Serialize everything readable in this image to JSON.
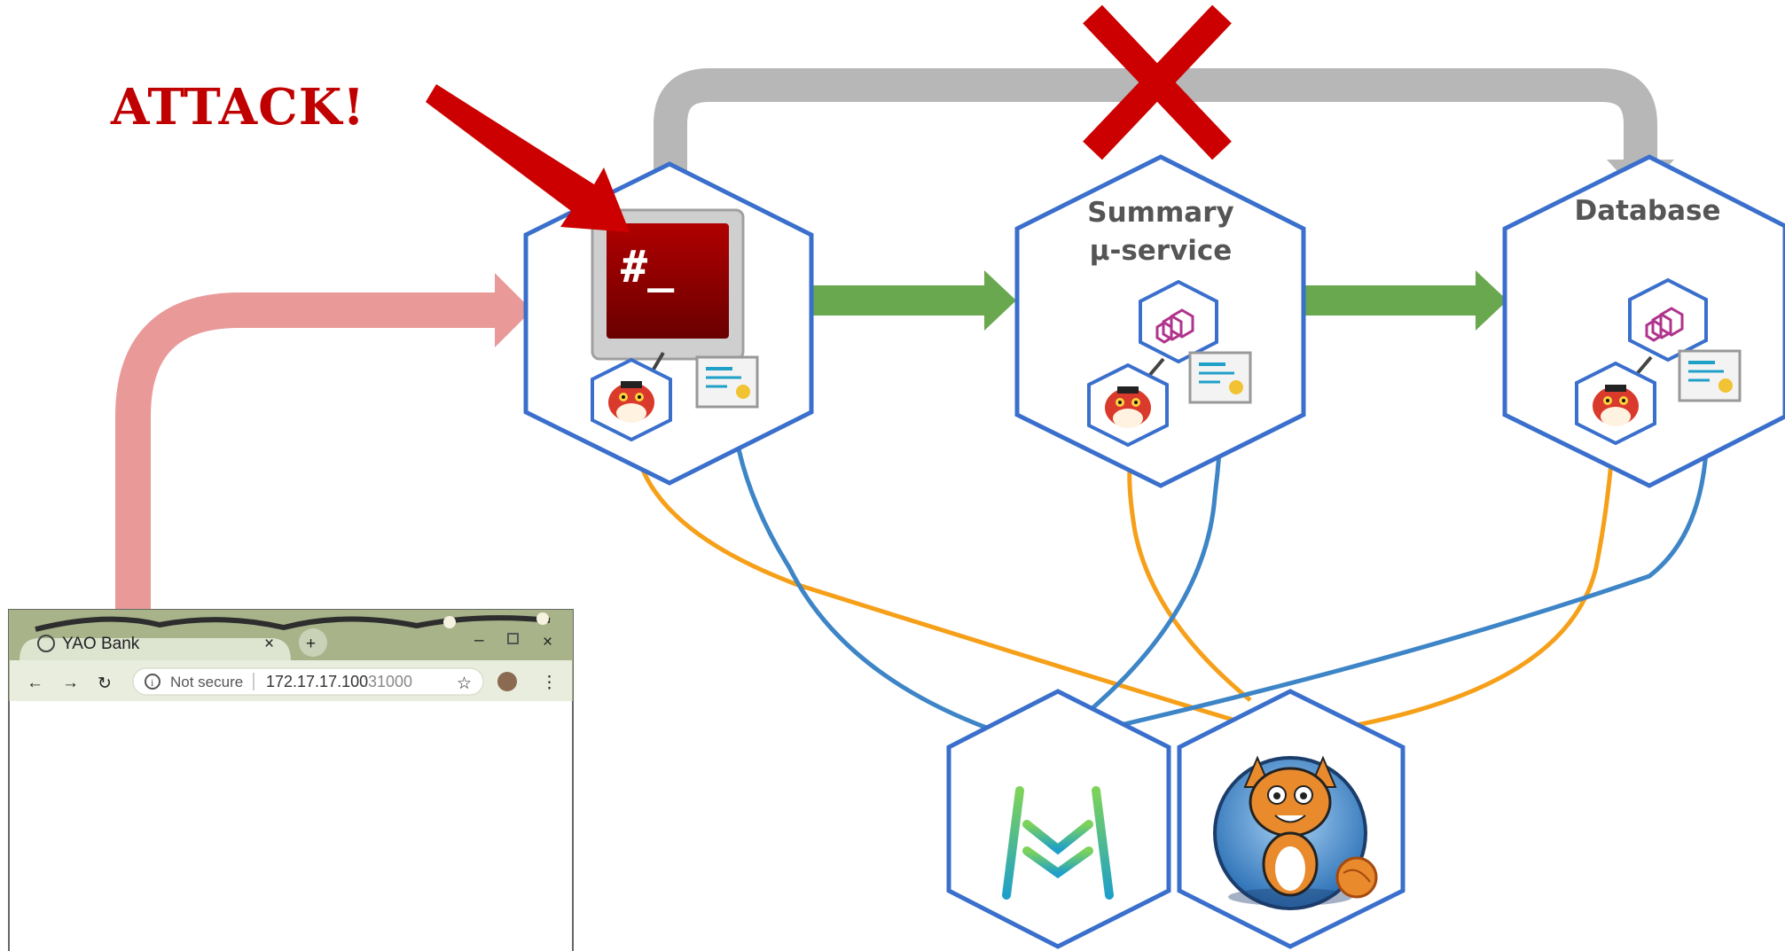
{
  "diagram": {
    "attack_label": "ATTACK!",
    "nodes": [
      {
        "id": "frontend",
        "title": ""
      },
      {
        "id": "summary",
        "title_line1": "Summary",
        "title_line2": "μ-service"
      },
      {
        "id": "database",
        "title": "Database"
      }
    ],
    "terminal_prompt": "#_",
    "colors": {
      "hex_border": "#3a6fcc",
      "green_arrow": "#6aa84f",
      "grey_arrow": "#b7b7b7",
      "pink_arrow": "#ea9999",
      "red_x": "#cc0000",
      "orange_line": "#f6a01a",
      "blue_line": "#3d85c6"
    }
  },
  "browser": {
    "tab_title": "YAO Bank",
    "security_label": "Not secure",
    "url_host": "172.17.17.100",
    "url_port": ":31000"
  }
}
